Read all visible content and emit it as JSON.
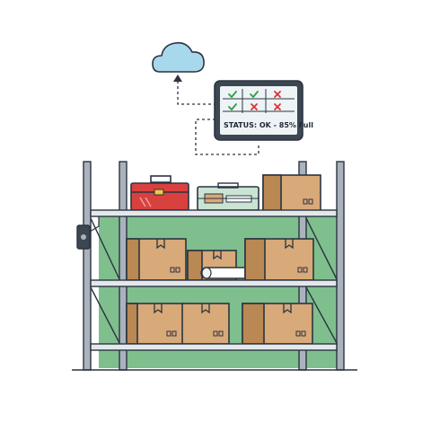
{
  "tablet": {
    "status_text": "STATUS: OK - 85% Full",
    "fill_level_percent": 85,
    "grid": [
      [
        "check",
        "check",
        "cross"
      ],
      [
        "check",
        "cross",
        "cross"
      ]
    ]
  },
  "colors": {
    "outline": "#2b3440",
    "cloud": "#a8d8ec",
    "shelf_back": "#7fbf8e",
    "box": "#d8a979",
    "box_dark": "#b98853",
    "toolbox": "#d9413e",
    "frame": "#aab3bd",
    "check": "#2f9e44",
    "cross": "#e03131"
  },
  "icons": [
    "cloud-icon",
    "tablet-icon",
    "sensor-icon",
    "toolbox-icon",
    "tool-case-icon",
    "paper-roll-icon"
  ]
}
